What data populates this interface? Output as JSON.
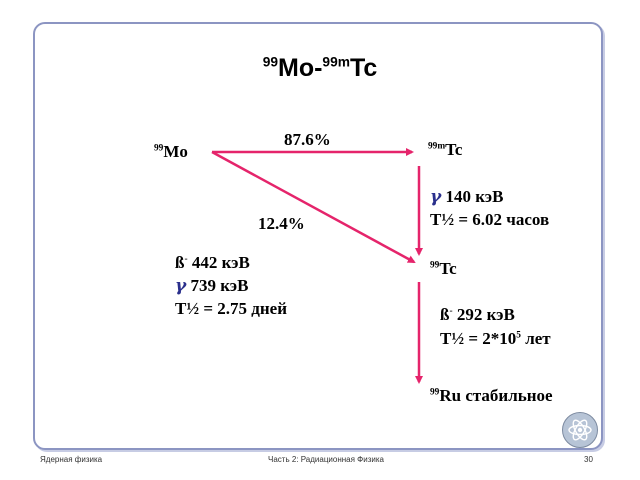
{
  "title": {
    "mo_mass": "99",
    "mo": "Mo-",
    "tc_mass": "99m",
    "tc": "Tc"
  },
  "nodes": {
    "mo99": {
      "mass": "99",
      "symbol": "Mo"
    },
    "tc99m": {
      "mass": "99m",
      "symbol": "Tc"
    },
    "tc99": {
      "mass": "99",
      "symbol": "Tc"
    },
    "ru99": {
      "mass": "99",
      "symbol": "Ru стабильное"
    }
  },
  "branches": {
    "to_tc99m": "87.6%",
    "to_tc99": "12.4%"
  },
  "mo_decay": {
    "beta_symbol": "ß",
    "beta_sup": "-",
    "beta_energy": " 442 кэВ",
    "gamma_symbol": "γ",
    "gamma_energy": " 739 кэВ",
    "halflife": "T½ = 2.75 дней"
  },
  "tc99m_decay": {
    "gamma_symbol": "γ",
    "gamma_energy": " 140 кэВ",
    "halflife": "T½ = 6.02 часов"
  },
  "tc99_decay": {
    "beta_symbol": "ß",
    "beta_sup": "-",
    "beta_energy": " 292 кэВ",
    "halflife_base": "T½ = 2*10",
    "halflife_exp": "5",
    "halflife_unit": " лет"
  },
  "footer": {
    "left": "Ядерная физика",
    "center": "Часть 2: Радиационная Физика",
    "page": "30"
  },
  "colors": {
    "arrow": "#e5246b",
    "frame": "#8c95c2",
    "gamma": "#2a2f8c"
  },
  "icons": {
    "logo": "iaea-atom-logo"
  }
}
